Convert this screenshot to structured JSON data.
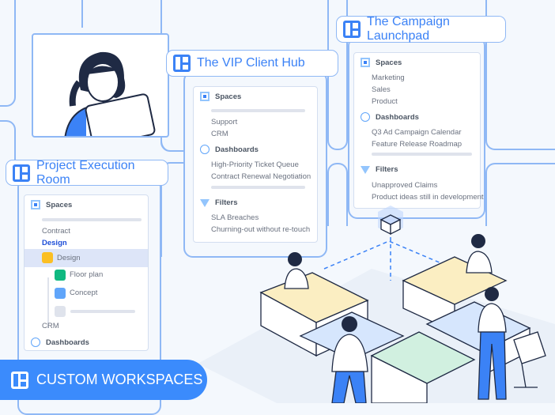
{
  "project": {
    "title": "Project Execution Room",
    "spaces": "Spaces",
    "items": [
      "Contract",
      "Design"
    ],
    "selected": "Design",
    "children": [
      "Floor plan",
      "Concept"
    ],
    "crm": "CRM",
    "dashboards": "Dashboards"
  },
  "vip": {
    "title": "The VIP Client Hub",
    "spaces": "Spaces",
    "space_items": [
      "Support",
      "CRM"
    ],
    "dashboards": "Dashboards",
    "dashboard_items": [
      "High-Priority Ticket Queue",
      "Contract Renewal Negotiation"
    ],
    "filters": "Filters",
    "filter_items": [
      "SLA Breaches",
      "Churning-out without re-touch"
    ]
  },
  "campaign": {
    "title": "The Campaign Launchpad",
    "spaces": "Spaces",
    "space_items": [
      "Marketing",
      "Sales",
      "Product"
    ],
    "dashboards": "Dashboards",
    "dashboard_items": [
      "Q3 Ad Campaign Calendar",
      "Feature Release Roadmap"
    ],
    "filters": "Filters",
    "filter_items": [
      "Unapproved Claims",
      "Product ideas still in development"
    ]
  },
  "banner": {
    "label": "CUSTOM WORKSPACES"
  },
  "colors": {
    "accent": "#3b82f6",
    "banner": "#3b8bfc",
    "line": "#8fb8f5"
  }
}
